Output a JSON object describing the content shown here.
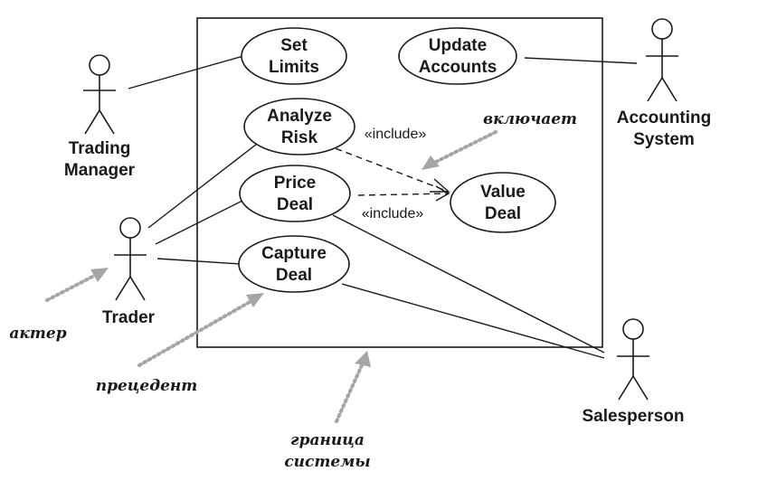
{
  "use_cases": {
    "set_limits": [
      "Set",
      "Limits"
    ],
    "update_accounts": [
      "Update",
      "Accounts"
    ],
    "analyze_risk": [
      "Analyze",
      "Risk"
    ],
    "price_deal": [
      "Price",
      "Deal"
    ],
    "value_deal": [
      "Value",
      "Deal"
    ],
    "capture_deal": [
      "Capture",
      "Deal"
    ]
  },
  "actors": {
    "trading_manager": [
      "Trading",
      "Manager"
    ],
    "accounting_system": [
      "Accounting",
      "System"
    ],
    "trader": [
      "Trader"
    ],
    "salesperson": [
      "Salesperson"
    ]
  },
  "stereotypes": {
    "include_1": "«include»",
    "include_2": "«include»"
  },
  "annotations": {
    "includes": [
      "включает"
    ],
    "actor": [
      "актер"
    ],
    "use_case": [
      "прецедент"
    ],
    "system_boundary": [
      "граница",
      "системы"
    ]
  }
}
